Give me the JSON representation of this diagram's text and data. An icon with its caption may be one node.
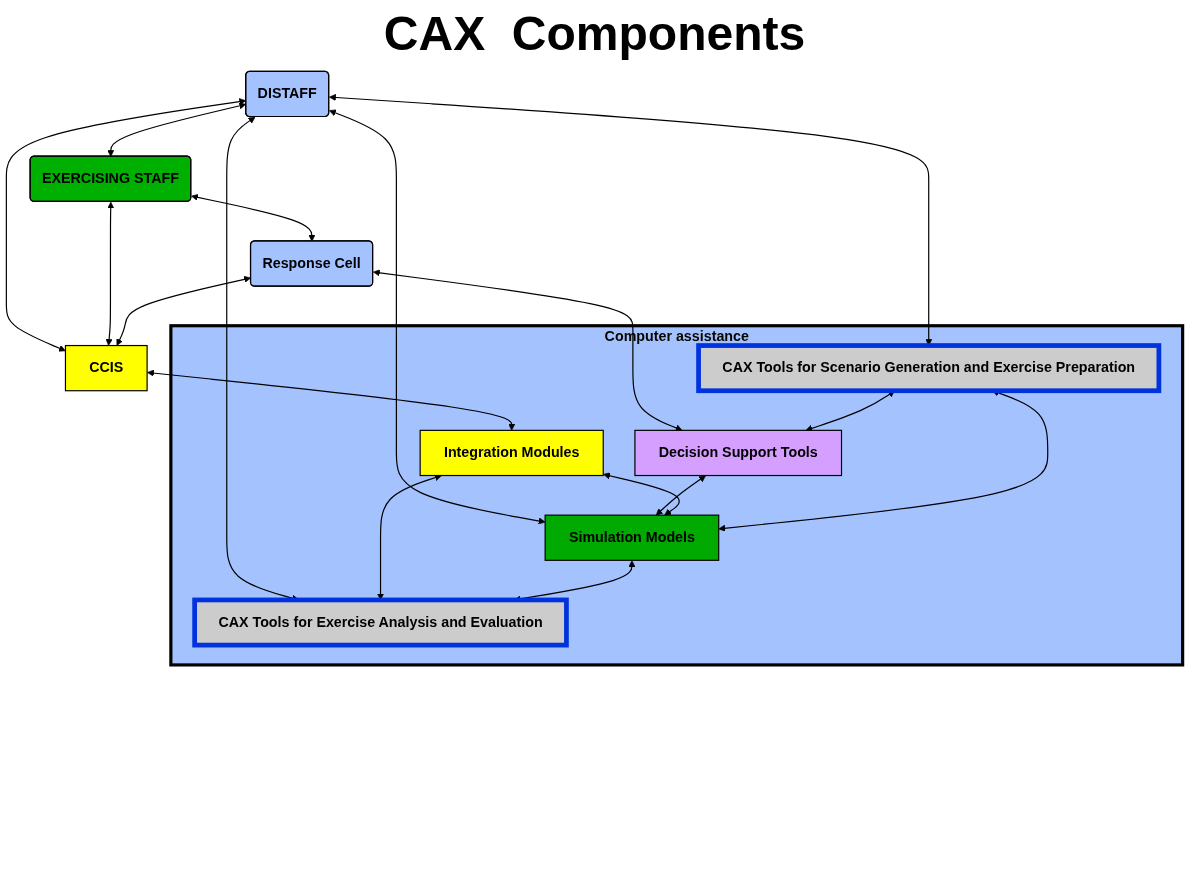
{
  "diagram": {
    "title": "CAX  Components",
    "nodes": [
      {
        "text": [
          "DISTAFF"
        ]
      },
      {
        "text": [
          "EXERCISING STAFF"
        ]
      },
      {
        "text": [
          "Response Cell"
        ]
      },
      {
        "text": [
          "CCIS"
        ]
      },
      {
        "text": [
          "Computer assistance"
        ]
      },
      {
        "text": [
          "CAX Tools for Scenario Generation and Exercise Preparation"
        ],
        "in": 4
      },
      {
        "text": [
          "CAX Tools for Exercise Analysis and Evaluation"
        ],
        "in": 4
      },
      {
        "text": [
          "Decision Support Tools"
        ],
        "in": 4
      },
      {
        "text": [
          "Integration Modules"
        ],
        "in": 4
      },
      {
        "text": [
          "Simulation Models"
        ],
        "in": 4
      }
    ],
    "edges": [
      {
        "from": 0,
        "to": 1,
        "arrow": "both"
      },
      {
        "from": 0,
        "to": 5,
        "arrow": "both"
      },
      {
        "from": 0,
        "to": 6,
        "arrow": "both"
      },
      {
        "from": 0,
        "to": 3,
        "arrow": "both"
      },
      {
        "from": 1,
        "to": 2,
        "arrow": "both"
      },
      {
        "from": 0,
        "to": 9,
        "arrow": "both"
      },
      {
        "from": 1,
        "to": 3,
        "arrow": "both"
      },
      {
        "from": 2,
        "to": 3,
        "arrow": "both"
      },
      {
        "from": 2,
        "to": 7,
        "arrow": "both"
      },
      {
        "from": 3,
        "to": 8,
        "arrow": "both"
      },
      {
        "from": 5,
        "to": 7,
        "arrow": "both"
      },
      {
        "from": 8,
        "to": 6,
        "arrow": "both"
      },
      {
        "from": 7,
        "to": 9,
        "arrow": "both"
      },
      {
        "from": 8,
        "to": 9,
        "arrow": "both"
      },
      {
        "from": 5,
        "to": 9,
        "arrow": "both"
      },
      {
        "from": 9,
        "to": 6,
        "arrow": "both"
      }
    ]
  }
}
